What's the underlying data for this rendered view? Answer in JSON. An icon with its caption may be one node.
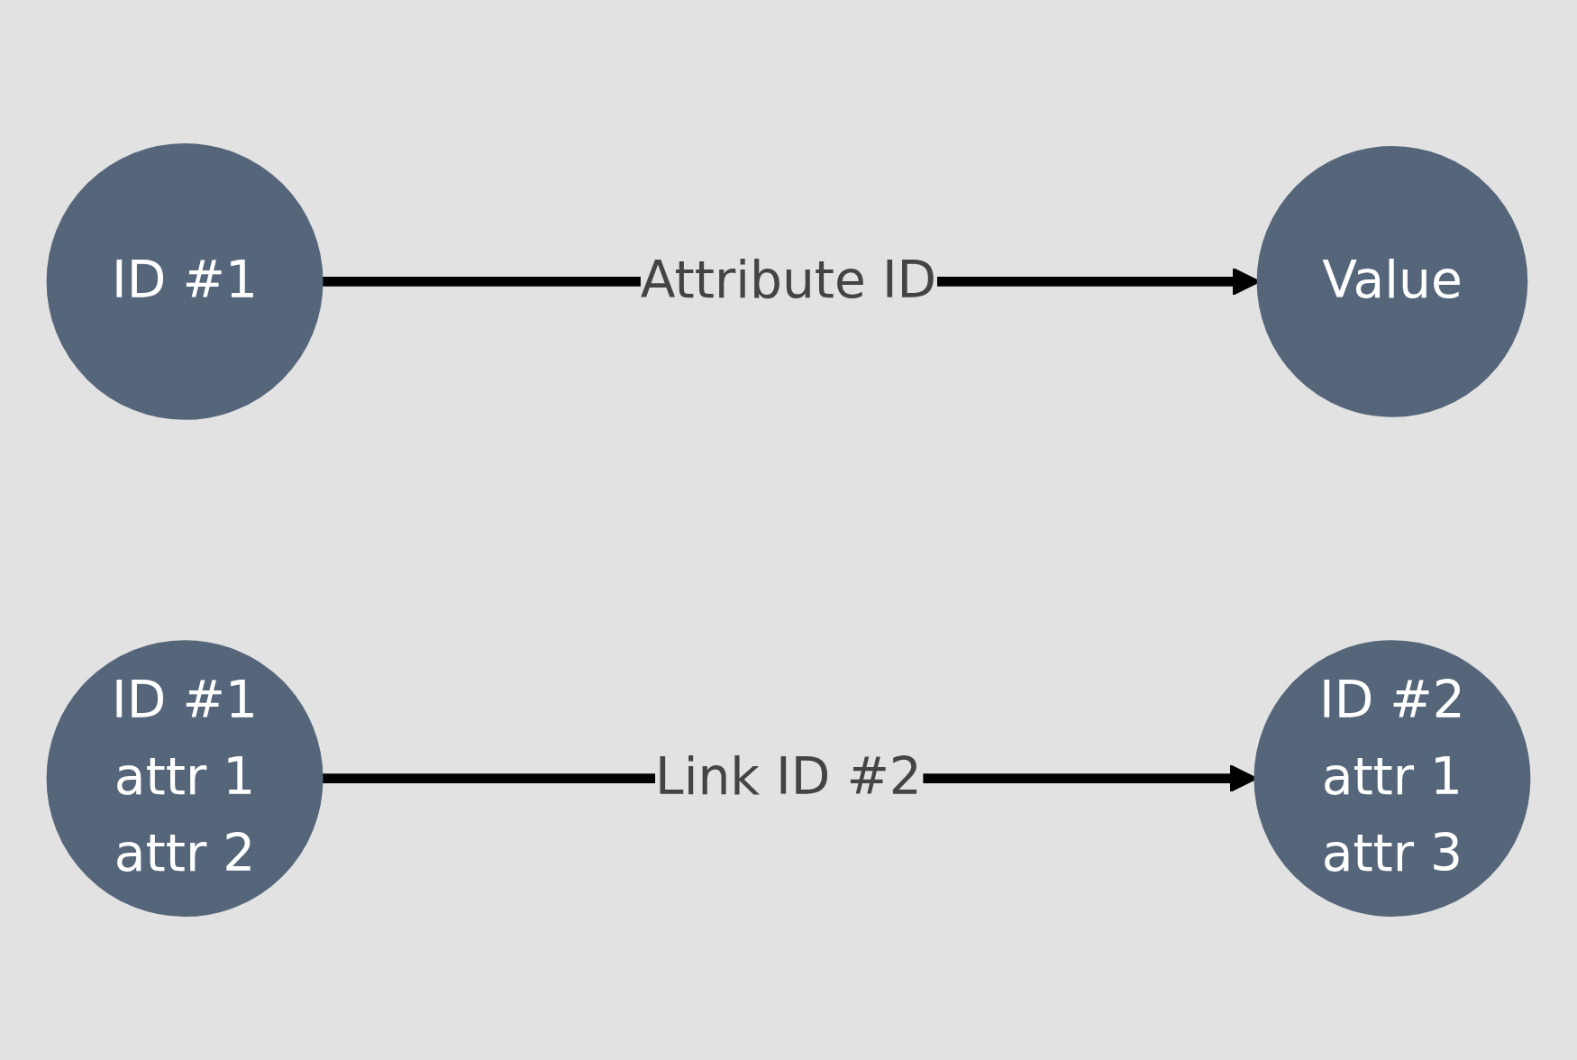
{
  "diagram": {
    "nodes": [
      {
        "text": [
          "ID #1"
        ]
      },
      {
        "text": [
          "Value"
        ]
      },
      {
        "text": [
          "ID #1",
          "attr 1",
          "attr 2"
        ]
      },
      {
        "text": [
          "ID #2",
          "attr 1",
          "attr 3"
        ]
      }
    ],
    "edges": [
      {
        "from": 0,
        "to": 1,
        "arrow": "to",
        "label": "Attribute ID"
      },
      {
        "from": 2,
        "to": 3,
        "arrow": "to",
        "label": "Link ID #2"
      }
    ]
  }
}
